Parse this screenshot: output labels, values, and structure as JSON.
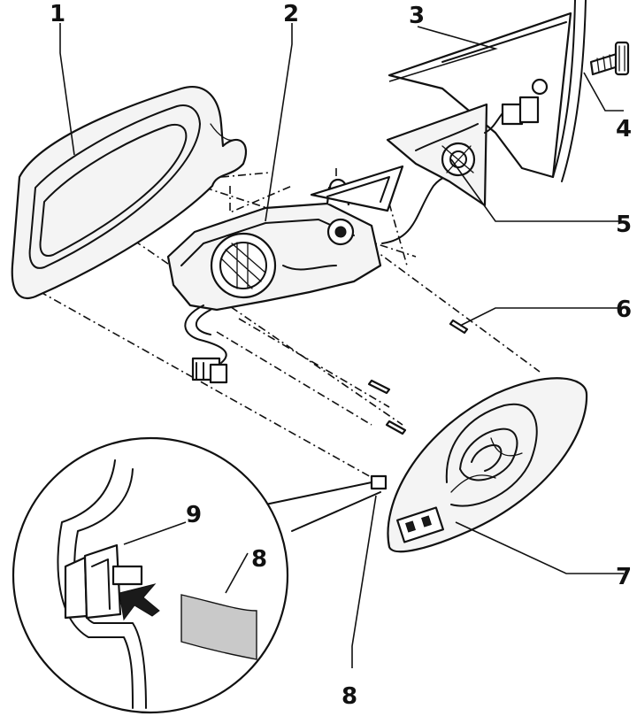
{
  "callouts": {
    "c1": "1",
    "c2": "2",
    "c3": "3",
    "c4": "4",
    "c5": "5",
    "c6": "6",
    "c7": "7",
    "c8_label": "8",
    "c8_detail": "8",
    "c9": "9"
  }
}
